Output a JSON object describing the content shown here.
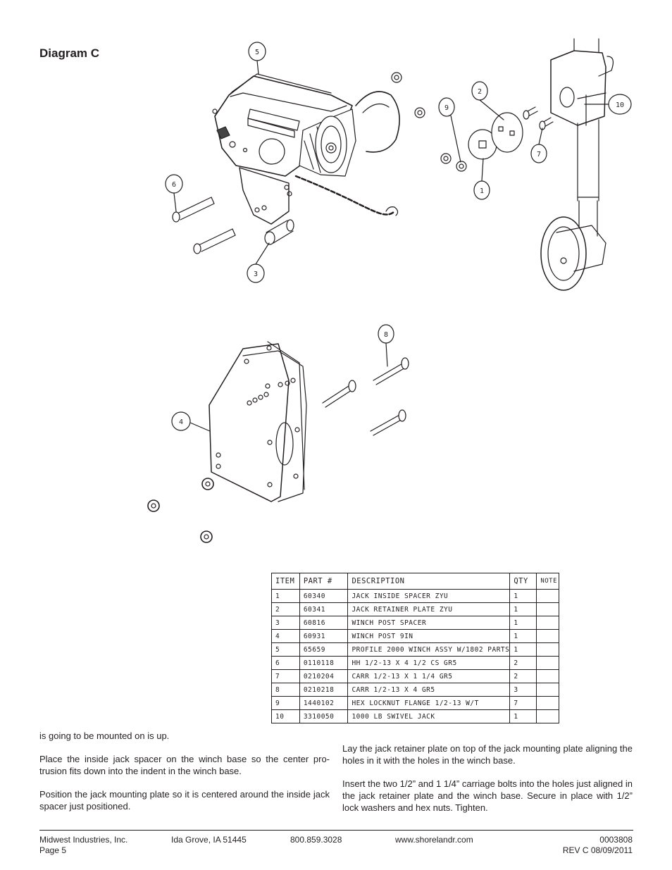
{
  "diagram": {
    "title": "Diagram C",
    "callouts": [
      "1",
      "2",
      "3",
      "4",
      "5",
      "6",
      "7",
      "8",
      "9",
      "10"
    ]
  },
  "table": {
    "headers": [
      "ITEM",
      "PART #",
      "DESCRIPTION",
      "QTY",
      "NOTE"
    ],
    "rows": [
      {
        "item": "1",
        "part": "60340",
        "desc": "JACK INSIDE SPACER ZYU",
        "qty": "1",
        "note": ""
      },
      {
        "item": "2",
        "part": "60341",
        "desc": "JACK RETAINER PLATE ZYU",
        "qty": "1",
        "note": ""
      },
      {
        "item": "3",
        "part": "60816",
        "desc": "WINCH POST SPACER",
        "qty": "1",
        "note": ""
      },
      {
        "item": "4",
        "part": "60931",
        "desc": "WINCH POST 9IN",
        "qty": "1",
        "note": ""
      },
      {
        "item": "5",
        "part": "65659",
        "desc": "PROFILE 2000 WINCH ASSY W/1802 PARTS",
        "qty": "1",
        "note": ""
      },
      {
        "item": "6",
        "part": "0110118",
        "desc": "HH 1/2-13 X 4 1/2 CS GR5",
        "qty": "2",
        "note": ""
      },
      {
        "item": "7",
        "part": "0210204",
        "desc": "CARR 1/2-13 X 1 1/4 GR5",
        "qty": "2",
        "note": ""
      },
      {
        "item": "8",
        "part": "0210218",
        "desc": "CARR 1/2-13 X 4 GR5",
        "qty": "3",
        "note": ""
      },
      {
        "item": "9",
        "part": "1440102",
        "desc": "HEX LOCKNUT FLANGE 1/2-13 W/T",
        "qty": "7",
        "note": ""
      },
      {
        "item": "10",
        "part": "3310050",
        "desc": "1000 LB SWIVEL JACK",
        "qty": "1",
        "note": ""
      }
    ]
  },
  "text": {
    "left": [
      "is going to be mounted on is up.",
      "Place the inside jack spacer on the winch base so the center pro-trusion fits down into the indent in the winch base.",
      "Position the jack mounting plate so it is centered around the inside jack spacer just positioned."
    ],
    "right": [
      "Lay the jack retainer plate on top of the jack mounting plate aligning the holes in it with the holes in the winch base.",
      "Insert the two 1/2” and 1 1/4” carriage bolts into the holes just aligned in the jack retainer plate and the winch base. Secure in place with 1/2” lock washers and hex nuts. Tighten."
    ]
  },
  "footer": {
    "company": "Midwest Industries, Inc.",
    "page": "Page 5",
    "city": "Ida Grove, IA 51445",
    "phone": "800.859.3028",
    "web": "www.shorelandr.com",
    "doc_number": "0003808",
    "revision": "REV C  08/09/2011"
  }
}
